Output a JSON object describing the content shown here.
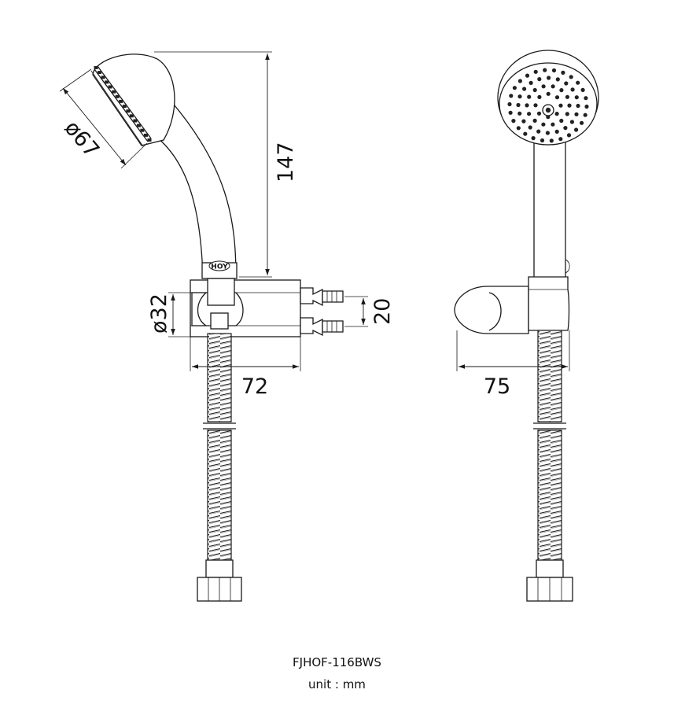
{
  "drawing": {
    "dimensions": {
      "head_diameter": "ø67",
      "height": "147",
      "holder_diameter": "ø32",
      "inlet_spacing": "20",
      "side_width": "72",
      "front_width": "75"
    },
    "logo": "HOY"
  },
  "footer": {
    "model": "FJHOF-116BWS",
    "unit": "unit : mm"
  }
}
